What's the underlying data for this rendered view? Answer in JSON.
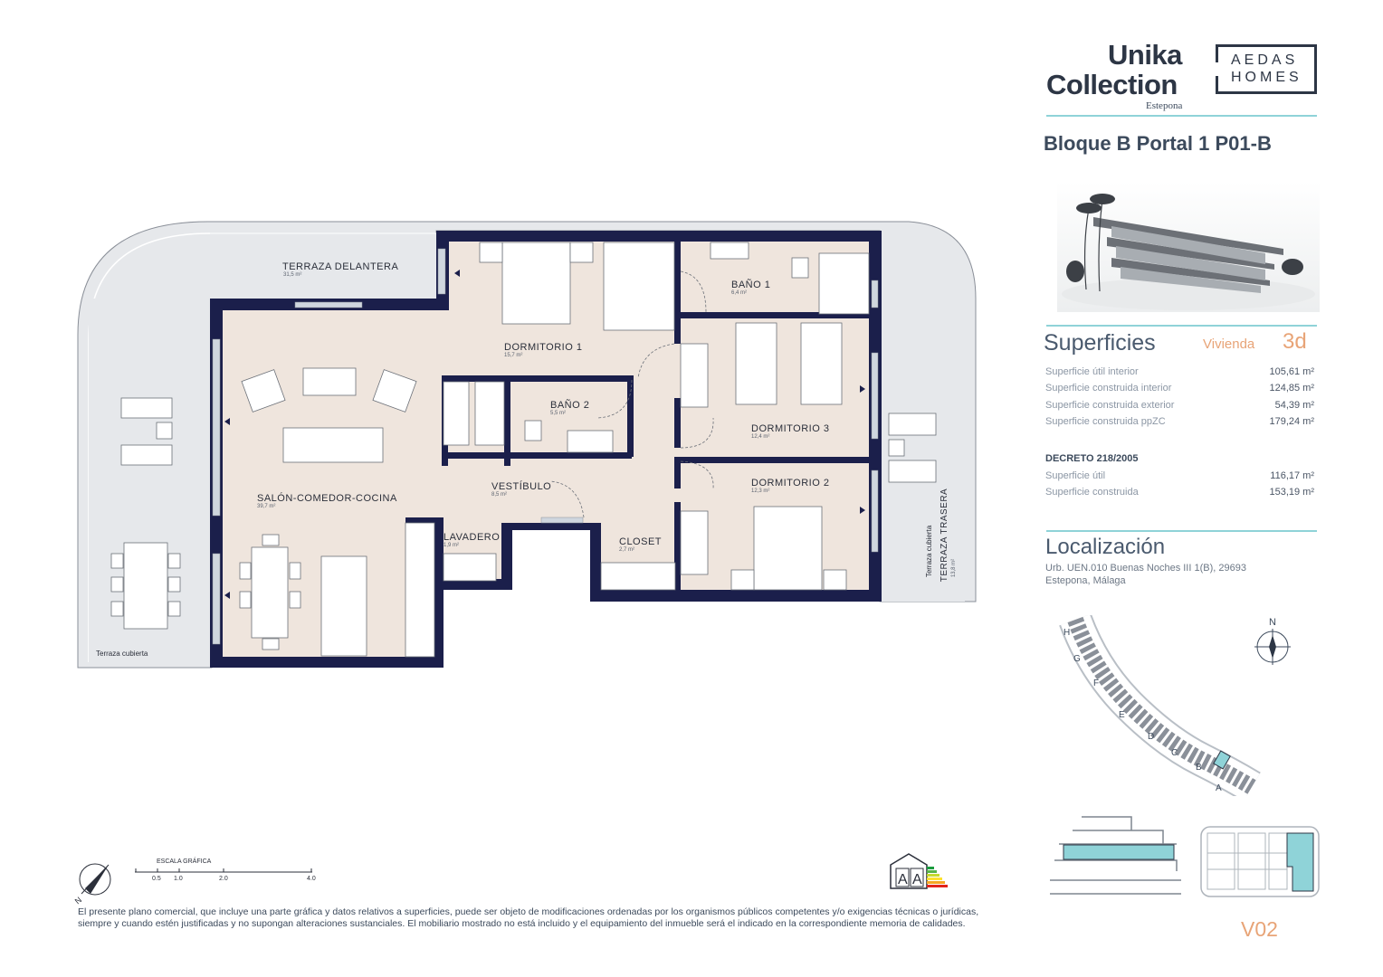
{
  "brand": {
    "title_line1": "Unika",
    "title_line2": "Collection",
    "subtitle": "Estepona",
    "developer_line1": "AEDAS",
    "developer_line2": "HOMES"
  },
  "unit": {
    "title": "Bloque B Portal 1 P01-B"
  },
  "rooms": {
    "terraza_delantera": {
      "name": "TERRAZA DELANTERA",
      "area": "31,5 m²"
    },
    "dormitorio1": {
      "name": "DORMITORIO 1",
      "area": "15,7 m²"
    },
    "bano1": {
      "name": "BAÑO 1",
      "area": "6,4 m²"
    },
    "bano2": {
      "name": "BAÑO 2",
      "area": "5,5 m²"
    },
    "dormitorio3": {
      "name": "DORMITORIO 3",
      "area": "12,4 m²"
    },
    "vestibulo": {
      "name": "VESTÍBULO",
      "area": "8,5 m²"
    },
    "dormitorio2": {
      "name": "DORMITORIO 2",
      "area": "12,3 m²"
    },
    "salon": {
      "name": "SALÓN-COMEDOR-COCINA",
      "area": "39,7 m²"
    },
    "lavadero": {
      "name": "LAVADERO",
      "area": "1,9 m²"
    },
    "closet": {
      "name": "CLOSET",
      "area": "2,7 m²"
    },
    "terraza_cubierta_left": {
      "name": "Terraza cubierta"
    },
    "terraza_trasera": {
      "name": "TERRAZA TRASERA",
      "area": "13,8 m²",
      "cubierta": "Terraza cubierta"
    }
  },
  "superficies": {
    "title": "Superficies",
    "vivienda_label": "Vivienda",
    "vivienda_value": "3d",
    "rows": [
      {
        "label": "Superficie útil interior",
        "value": "105,61 m²"
      },
      {
        "label": "Superficie construida interior",
        "value": "124,85 m²"
      },
      {
        "label": "Superficie construida exterior",
        "value": "54,39 m²"
      },
      {
        "label": "Superficie construida ppZC",
        "value": "179,24 m²"
      }
    ],
    "decreto_title": "DECRETO 218/2005",
    "decreto_rows": [
      {
        "label": "Superficie útil",
        "value": "116,17 m²"
      },
      {
        "label": "Superficie construida",
        "value": "153,19 m²"
      }
    ]
  },
  "localizacion": {
    "title": "Localización",
    "address_line1": "Urb. UEN.010 Buenas Noches III 1(B), 29693",
    "address_line2": "Estepona, Málaga",
    "north": "N",
    "blocks": [
      "H",
      "G",
      "F",
      "E",
      "D",
      "C",
      "B",
      "A"
    ]
  },
  "scale": {
    "title": "ESCALA GRÁFICA",
    "marks": [
      "0.5",
      "1.0",
      "2.0",
      "4.0"
    ],
    "north": "N"
  },
  "energy": {
    "rating1": "A",
    "rating2": "A"
  },
  "disclaimer": "El presente plano comercial, que incluye una parte gráfica y datos relativos a superficies, puede ser objeto de modificaciones ordenadas por los organismos públicos competentes y/o exigencias técnicas o jurídicas, siempre y cuando estén justificadas y no supongan alteraciones sustanciales. El mobiliario mostrado no está incluido y el equipamiento del inmueble será el indicado en la correspondiente memoria de calidades.",
  "version": "V02",
  "colors": {
    "wall": "#1b1f4b",
    "floor": "#efe5dd",
    "terrace": "#e6e8eb",
    "teal": "#8fd3d8",
    "accent": "#e8a477"
  }
}
